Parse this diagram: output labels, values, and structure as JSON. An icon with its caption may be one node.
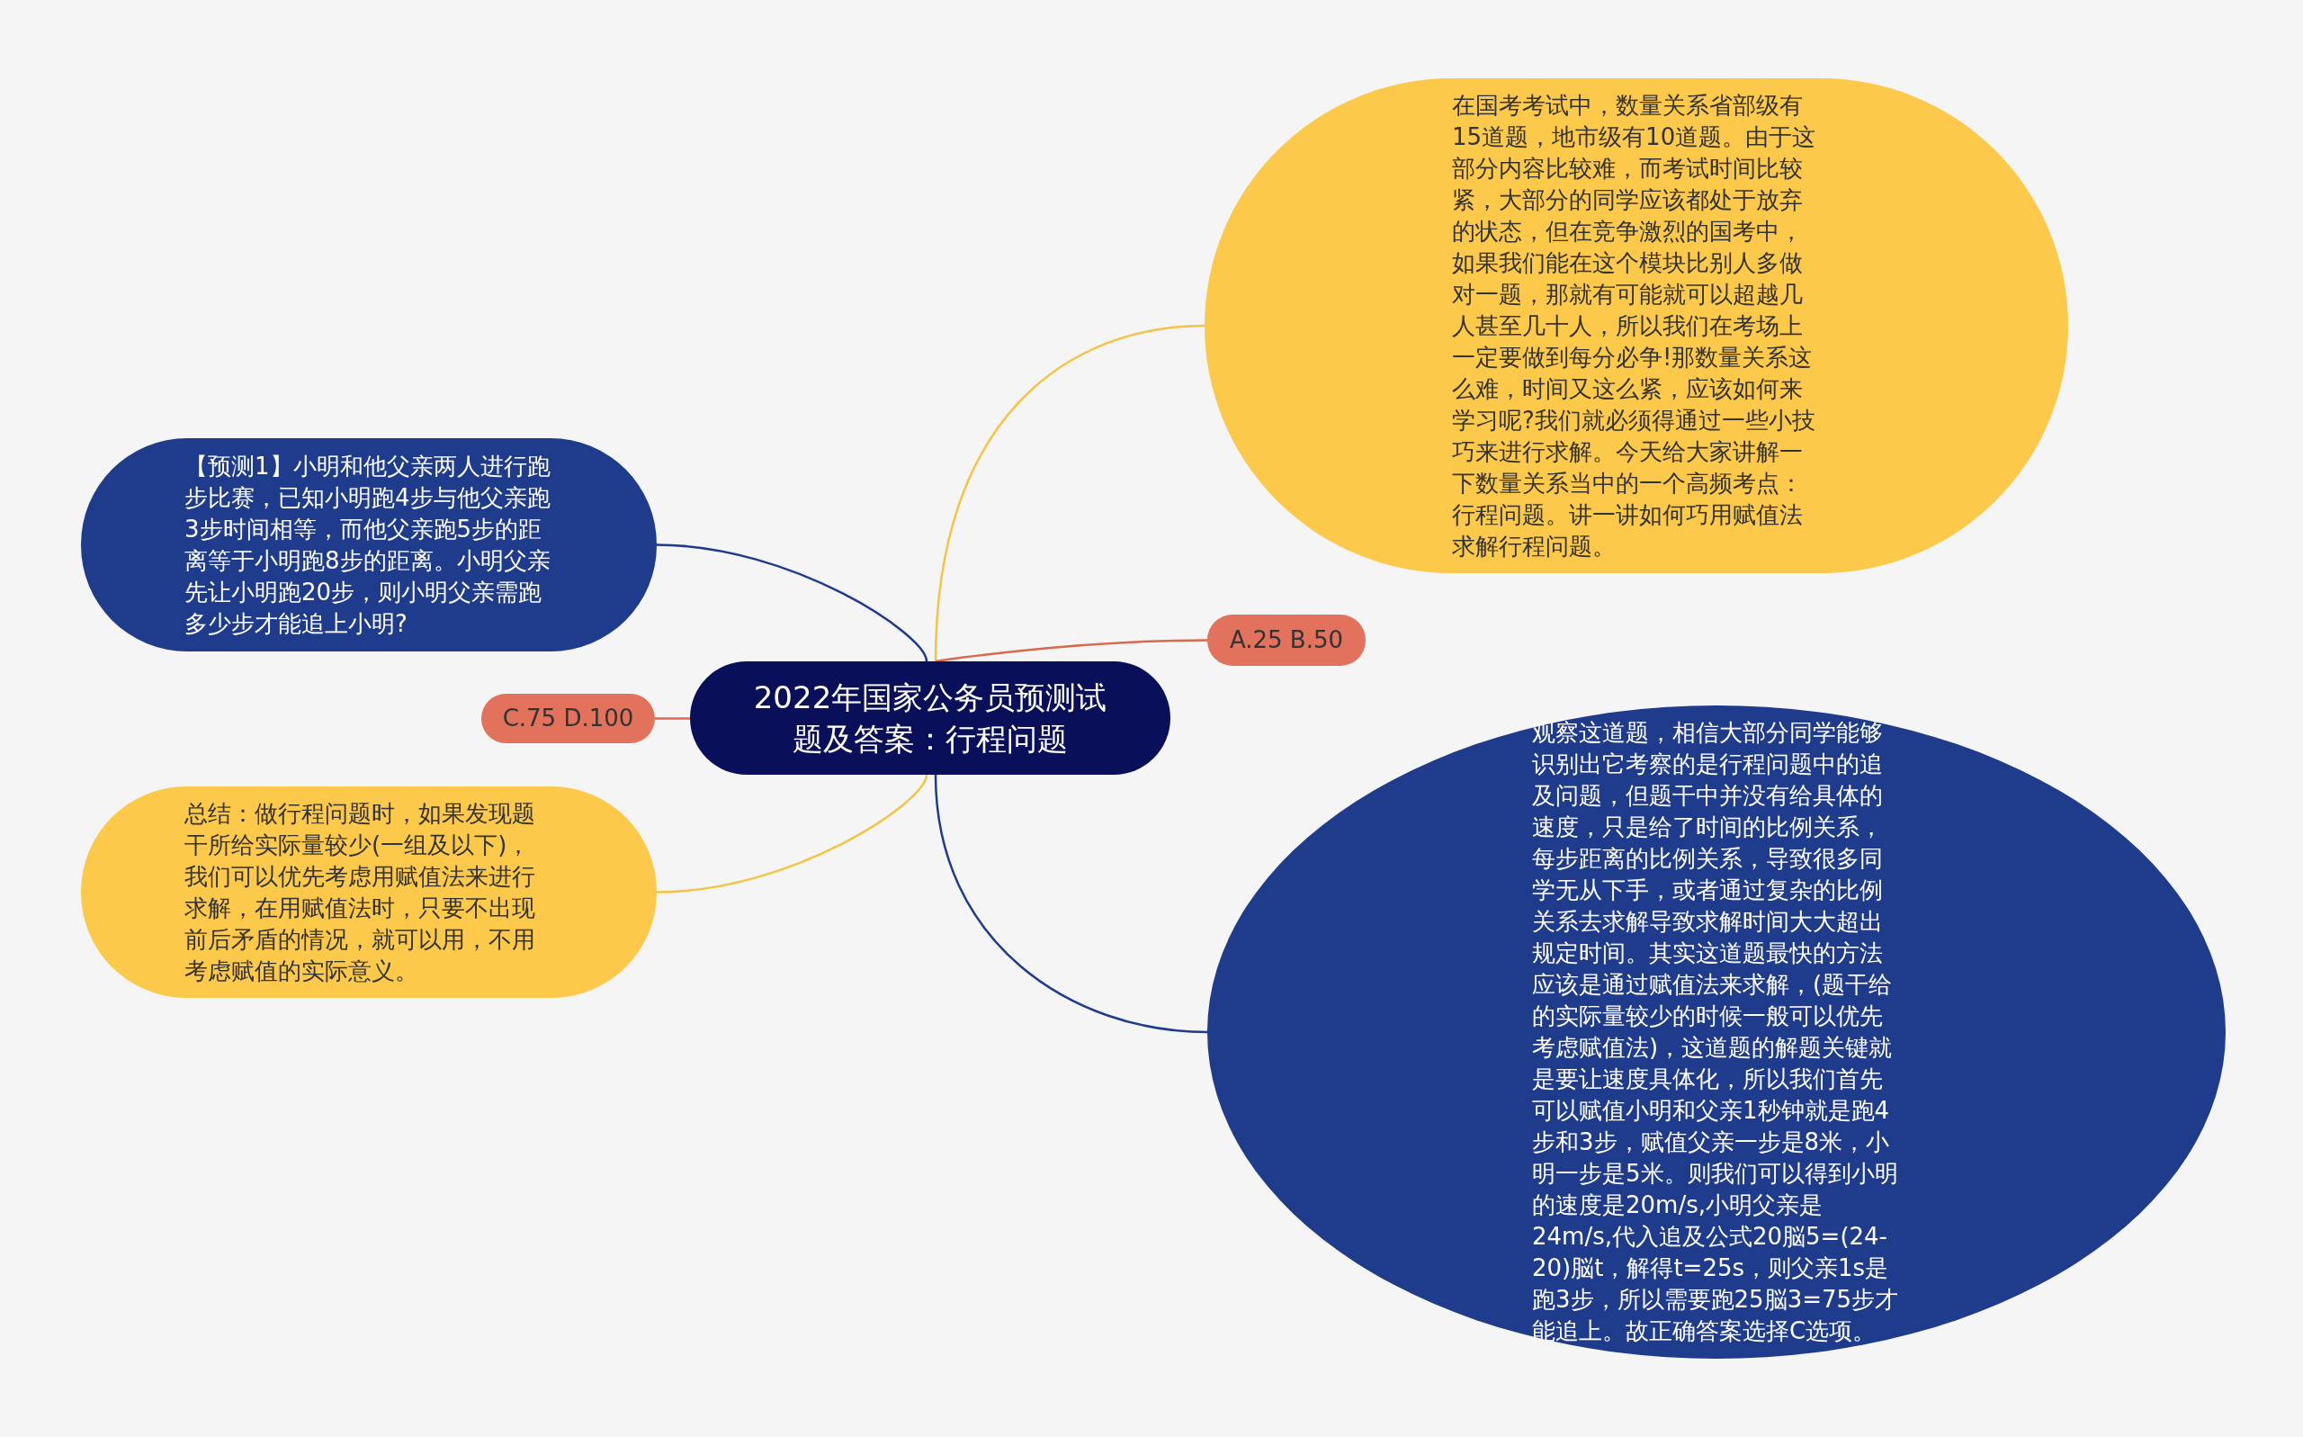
{
  "diagram": {
    "nodes": [
      {
        "text": [
          "2022年国家公务员预测试题及答案：行程问题"
        ]
      },
      {
        "text": [
          "【预测1】小明和他父亲两人进行跑步比赛，已知小明跑4步与他父亲跑3步时间相等，而他父亲跑5步的距离等于小明跑8步的距离。小明父亲先让小明跑20步，则小明父亲需跑多少步才能追上小明?"
        ]
      },
      {
        "text": [
          "在国考考试中，数量关系省部级有15道题，地市级有10道题。由于这部分内容比较难，而考试时间比较紧，大部分的同学应该都处于放弃的状态，但在竞争激烈的国考中，如果我们能在这个模块比别人多做对一题，那就有可能就可以超越几人甚至几十人，所以我们在考场上一定要做到每分必争!那数量关系这么难，时间又这么紧，应该如何来学习呢?我们就必须得通过一些小技巧来进行求解。今天给大家讲解一下数量关系当中的一个高频考点：行程问题。讲一讲如何巧用赋值法求解行程问题。"
        ]
      },
      {
        "text": [
          "A.25 B.50"
        ]
      },
      {
        "text": [
          "C.75 D.100"
        ]
      },
      {
        "text": [
          "观察这道题，相信大部分同学能够识别出它考察的是行程问题中的追及问题，但题干中并没有给具体的速度，只是给了时间的比例关系，每步距离的比例关系，导致很多同学无从下手，或者通过复杂的比例关系去求解导致求解时间大大超出规定时间。其实这道题最快的方法应该是通过赋值法来求解，(题干给的实际量较少的时候一般可以优先考虑赋值法)，这道题的解题关键就是要让速度具体化，所以我们首先可以赋值小明和父亲1秒钟就是跑4步和3步，赋值父亲一步是8米，小明一步是5米。则我们可以得到小明的速度是20m/s,小明父亲是24m/s,代入追及公式20脳5=(24-20)脳t，解得t=25s，则父亲1s是跑3步，所以需要跑25脳3=75步才能追上。故正确答案选择C选项。"
        ]
      },
      {
        "text": [
          "总结：做行程问题时，如果发现题干所给实际量较少(一组及以下)，我们可以优先考虑用赋值法来进行求解，在用赋值法时，只要不出现前后矛盾的情况，就可以用，不用考虑赋值的实际意义。"
        ]
      }
    ],
    "edges": [
      {
        "from": 0,
        "to": 1,
        "arrow": "none",
        "color": "#1f3b8c"
      },
      {
        "from": 0,
        "to": 2,
        "arrow": "none",
        "color": "#f5c445"
      },
      {
        "from": 0,
        "to": 3,
        "arrow": "none",
        "color": "#d9694f"
      },
      {
        "from": 0,
        "to": 4,
        "arrow": "none",
        "color": "#d9694f"
      },
      {
        "from": 0,
        "to": 5,
        "arrow": "none",
        "color": "#1f3b8c"
      },
      {
        "from": 0,
        "to": 6,
        "arrow": "none",
        "color": "#f5c445"
      }
    ]
  }
}
